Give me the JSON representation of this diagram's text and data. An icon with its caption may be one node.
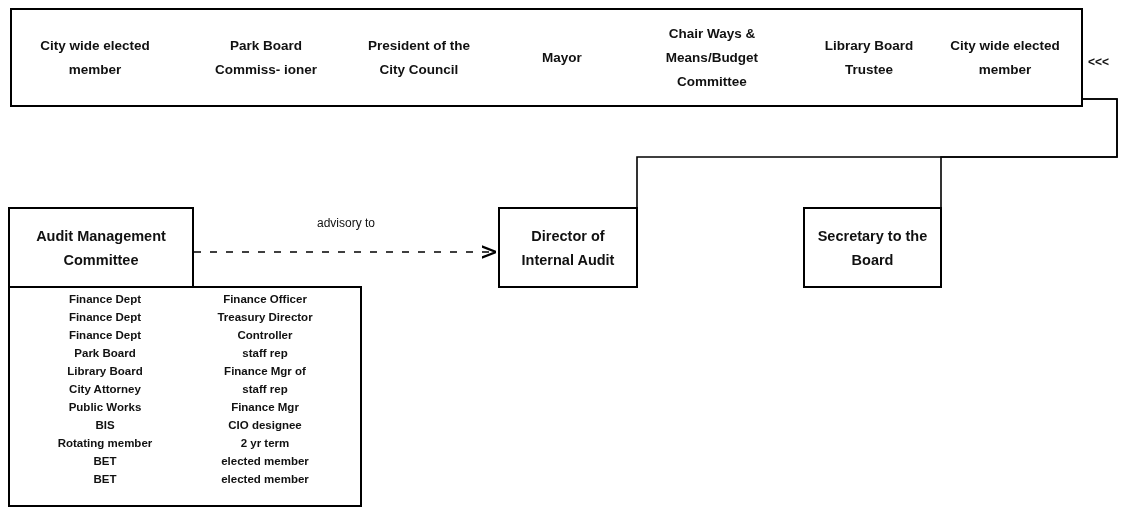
{
  "diagram": {
    "nodes": [
      {
        "text": [
          "City wide elected member",
          "Park Board Commiss- ioner",
          "President of the City Council",
          "Mayor",
          "Chair Ways & Means/Budget Committee",
          "Library Board Trustee",
          "City wide elected member"
        ]
      },
      {
        "text": [
          "Audit Management Committee"
        ]
      },
      {
        "text": [
          "Finance Dept",
          "Finance Officer",
          "Finance Dept",
          "Treasury Director",
          "Finance Dept",
          "Controller",
          "Park Board",
          "staff rep",
          "Library Board",
          "Finance Mgr of",
          "City Attorney",
          "staff rep",
          "Public Works",
          "Finance Mgr",
          "BIS",
          "CIO designee",
          "Rotating member",
          "2 yr term",
          "BET",
          "elected member",
          "BET",
          "elected member"
        ]
      },
      {
        "text": [
          "Director of Internal Audit"
        ]
      },
      {
        "text": [
          "Secretary to the Board"
        ]
      }
    ],
    "edges": [
      {
        "from": 1,
        "to": 3,
        "arrow": "to",
        "label": "advisory to",
        "style": "dashed"
      },
      {
        "from": 0,
        "to": 3,
        "arrow": "none"
      },
      {
        "from": 0,
        "to": 4,
        "arrow": "none"
      }
    ],
    "labels": [
      "<<<"
    ]
  }
}
